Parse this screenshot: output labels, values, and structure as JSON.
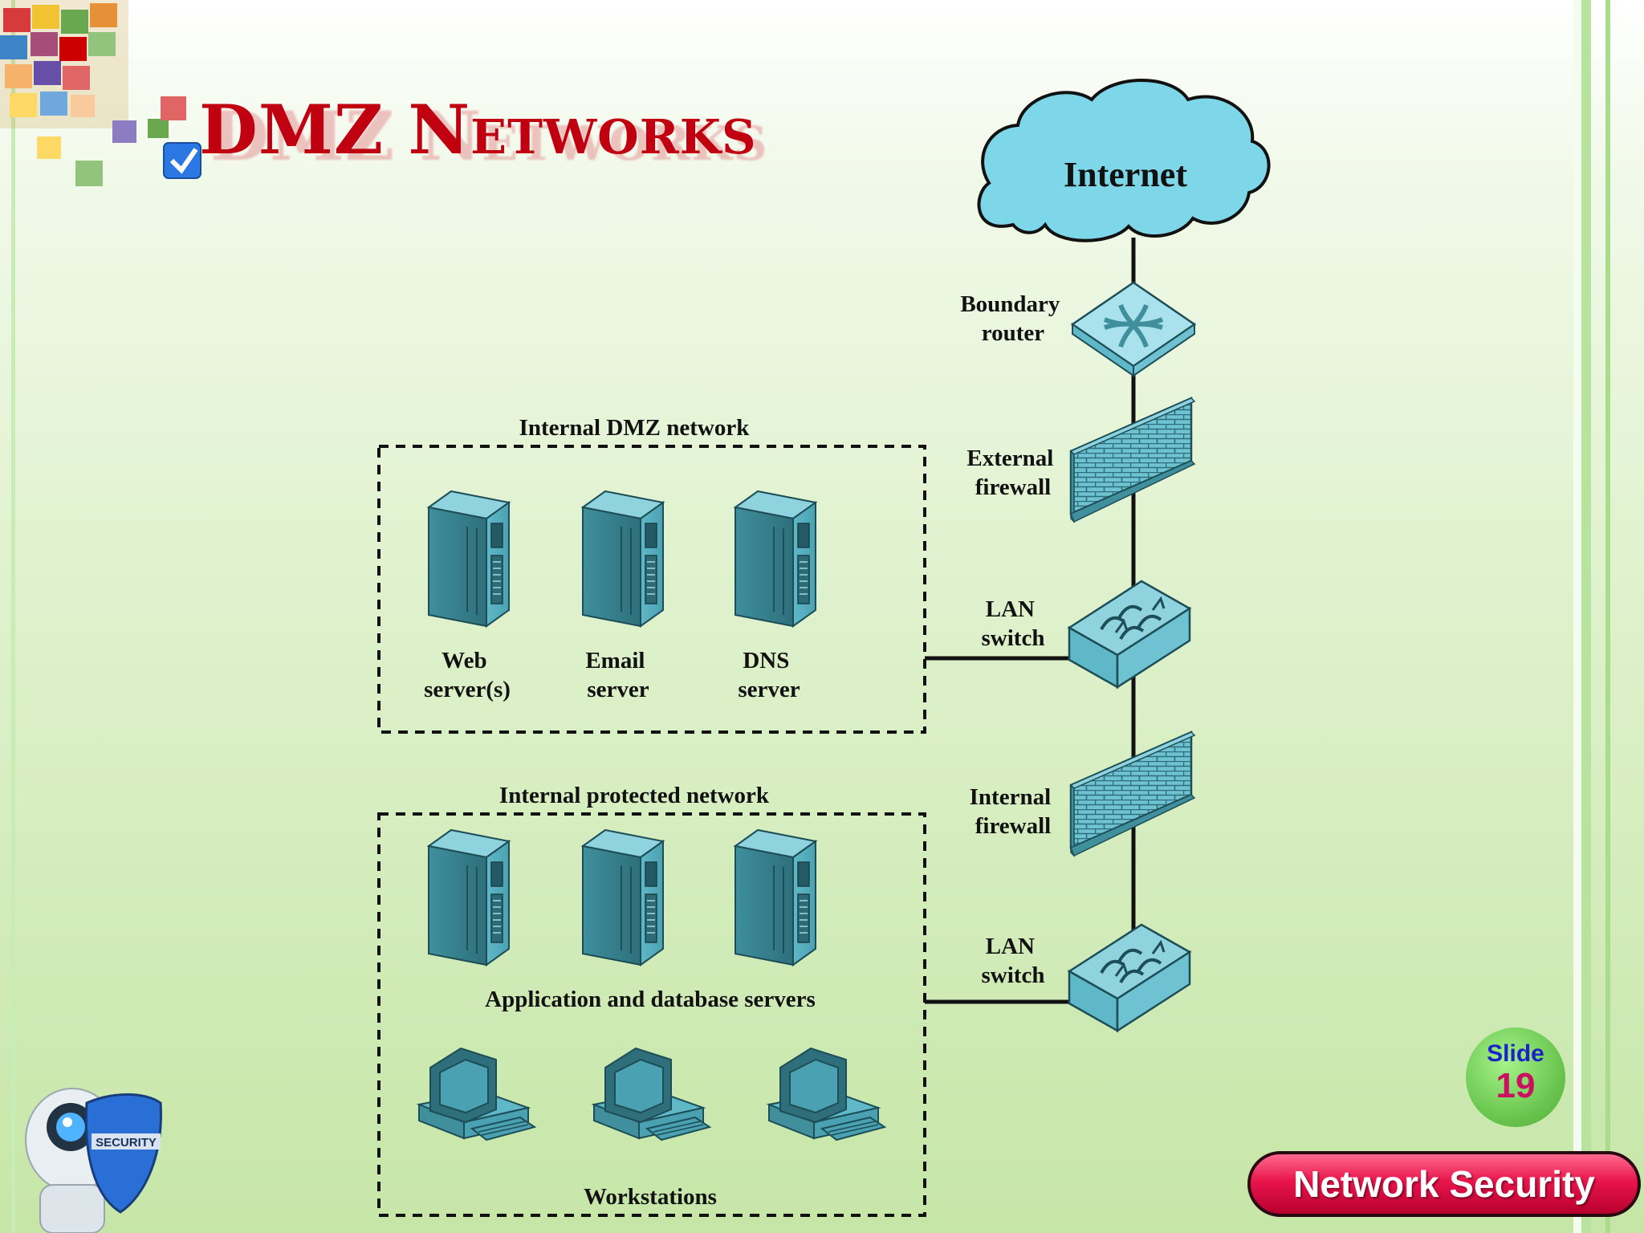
{
  "slide": {
    "title": "DMZ Networks",
    "badge_word": "Slide",
    "badge_number": "19",
    "footer_banner": "Network Security"
  },
  "diagram": {
    "internet": "Internet",
    "boundary_router": [
      "Boundary",
      "router"
    ],
    "external_firewall": [
      "External",
      "firewall"
    ],
    "lan_switch_1": [
      "LAN",
      "switch"
    ],
    "internal_firewall": [
      "Internal",
      "firewall"
    ],
    "lan_switch_2": [
      "LAN",
      "switch"
    ],
    "dmz_network": {
      "title": "Internal DMZ network",
      "servers": [
        {
          "line1": "Web",
          "line2": "server(s)"
        },
        {
          "line1": "Email",
          "line2": "server"
        },
        {
          "line1": "DNS",
          "line2": "server"
        }
      ]
    },
    "protected_network": {
      "title": "Internal protected network",
      "servers_label": "Application and database servers",
      "workstations_label": "Workstations"
    },
    "logo_text": "SECURITY"
  },
  "colors": {
    "title_red": "#c00010",
    "device_teal": "#5fb8c8",
    "cloud_blue": "#7ed7e8",
    "badge_green": "#6cc851",
    "banner_red": "#e8154b"
  }
}
